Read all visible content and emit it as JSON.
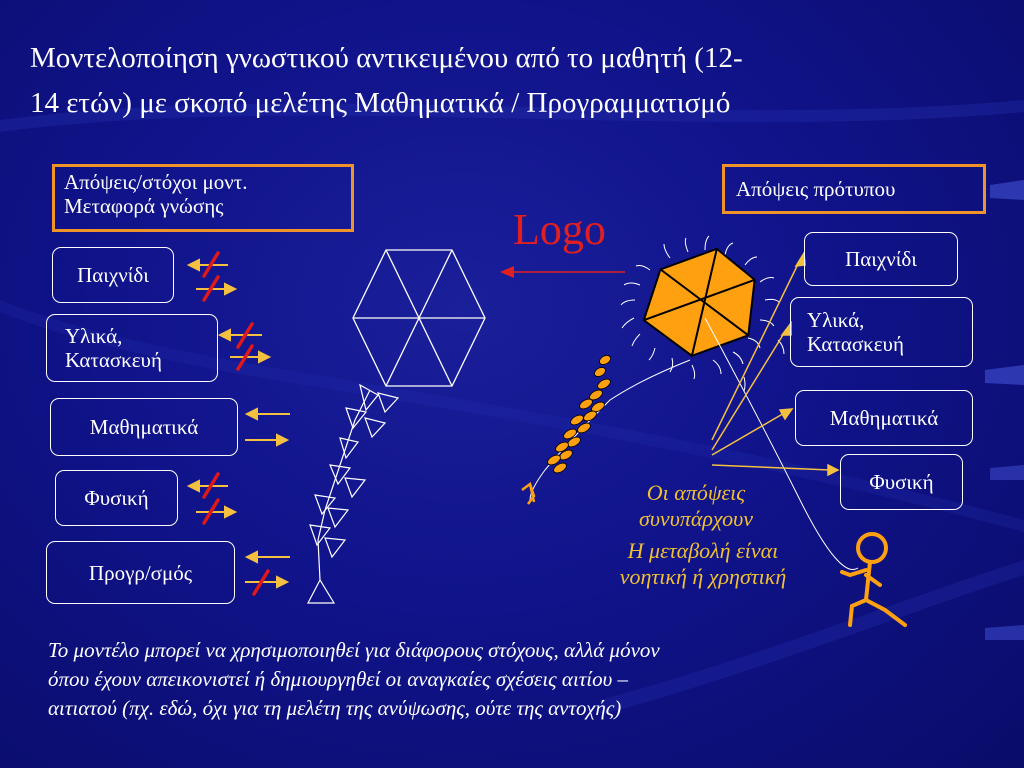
{
  "title": {
    "line1": "Μοντελοποίηση γνωστικού αντικειμένου από το μαθητή (12-",
    "line2": "14 ετών) με σκοπό μελέτης Μαθηματικά / Προγραμματισμό"
  },
  "left_header": {
    "line1": "Απόψεις/στόχοι μοντ.",
    "line2": "Μεταφορά γνώσης"
  },
  "right_header": "Απόψεις πρότυπου",
  "logo_label": "Logo",
  "left_items": [
    {
      "label": "Παιχνίδι"
    },
    {
      "label1": "Υλικά,",
      "label2": "Κατασκευή"
    },
    {
      "label": "Μαθηματικά"
    },
    {
      "label": "Φυσική"
    },
    {
      "label": "Προγρ/σμός"
    }
  ],
  "right_items": [
    {
      "label": "Παιχνίδι"
    },
    {
      "label1": "Υλικά,",
      "label2": "Κατασκευή"
    },
    {
      "label": "Μαθηματικά"
    },
    {
      "label": "Φυσική"
    }
  ],
  "views_coexist": {
    "line1": "Οι απόψεις",
    "line2": "συνυπάρχουν"
  },
  "change_note": {
    "line1": "Η μεταβολή είναι",
    "line2": "νοητική ή χρηστική"
  },
  "footer": {
    "line1": "Το μοντέλο μπορεί να χρησιμοποιηθεί για διάφορους στόχους, αλλά μόνον",
    "line2": "όπου έχουν απεικονιστεί ή δημιουργηθεί οι αναγκαίες σχέσεις αιτίου –",
    "line3": "αιτιατού (πχ. εδώ, όχι για τη μελέτη της ανύψωσης, ούτε της αντοχής)"
  },
  "colors": {
    "background": "#10138a",
    "box_border": "#f0942a",
    "kite_fill": "#ffa010",
    "logo": "#e02020",
    "note_text": "#f0c030",
    "arrow_yellow": "#f5c040",
    "cross_red": "#e01818"
  }
}
